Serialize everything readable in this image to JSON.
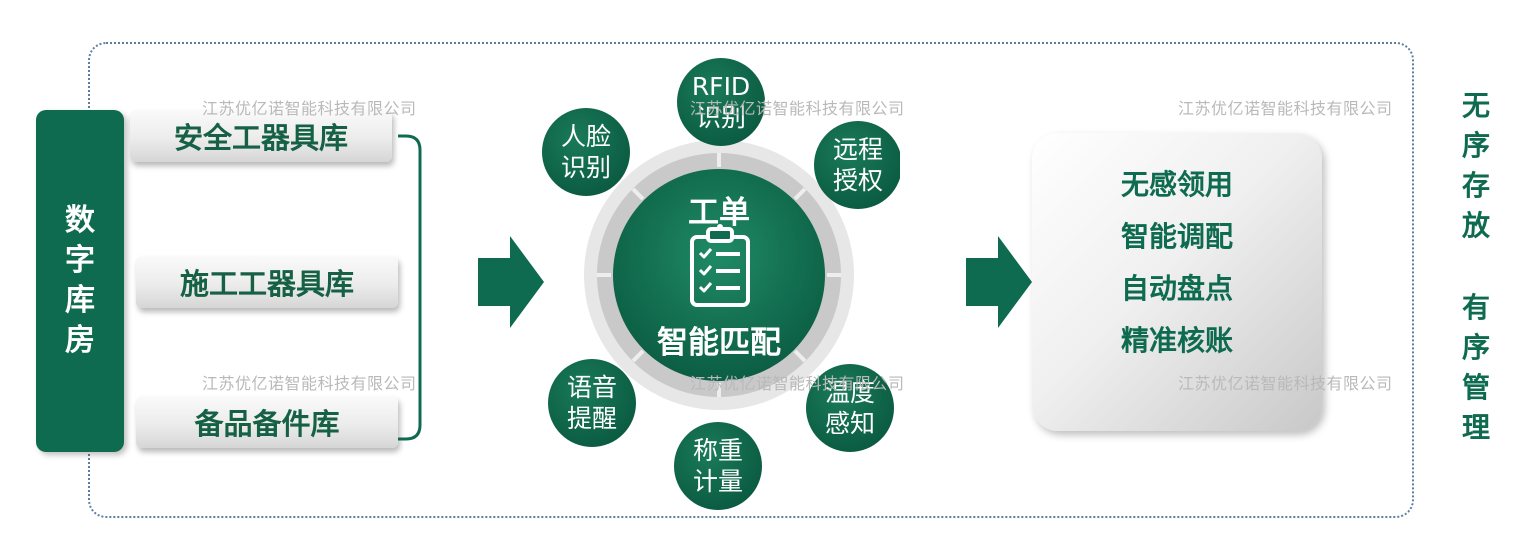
{
  "watermark": "江苏优亿诺智能科技有限公司",
  "left_panel": {
    "label": "数字库房"
  },
  "libraries": [
    "安全工器具库",
    "施工工器具库",
    "备品备件库"
  ],
  "hub": {
    "top_label": "工单",
    "bottom_label": "智能匹配",
    "center_icon": "clipboard-checklist-icon"
  },
  "nodes": [
    {
      "label": "RFID\n识别"
    },
    {
      "label": "远程\n授权"
    },
    {
      "label": "温度\n感知"
    },
    {
      "label": "称重\n计量"
    },
    {
      "label": "语音\n提醒"
    },
    {
      "label": "人脸\n识别"
    }
  ],
  "results": [
    "无感领用",
    "智能调配",
    "自动盘点",
    "精准核账"
  ],
  "side_labels": {
    "top": "无序存放",
    "bottom": "有序管理"
  },
  "colors": {
    "primary_green": "#0f6b50",
    "frame_dots": "#5d7ea0",
    "ring_gray": "#d0d0d0"
  }
}
